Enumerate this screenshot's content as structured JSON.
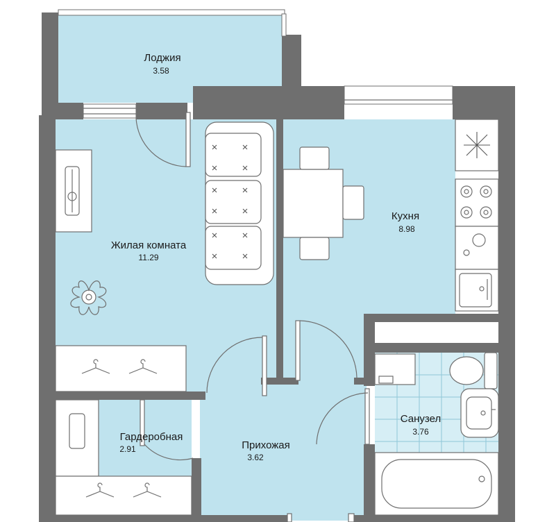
{
  "rooms": {
    "loggia": {
      "name": "Лоджия",
      "area": "3.58"
    },
    "living": {
      "name": "Жилая комната",
      "area": "11.29"
    },
    "kitchen": {
      "name": "Кухня",
      "area": "8.98"
    },
    "wardrobe": {
      "name": "Гардеробная",
      "area": "2.91"
    },
    "hallway": {
      "name": "Прихожая",
      "area": "3.62"
    },
    "bathroom": {
      "name": "Санузел",
      "area": "3.76"
    }
  },
  "colors": {
    "floor": "#bfe3ee",
    "bath_tile": "#d6eef5",
    "wall": "#6f6f6f"
  },
  "icons": [
    "sofa-icon",
    "table-icon",
    "chair-icon",
    "plant-icon",
    "hanger-icon",
    "stove-icon",
    "sink-icon",
    "toilet-icon",
    "bathtub-icon",
    "washer-icon",
    "desk-icon"
  ]
}
